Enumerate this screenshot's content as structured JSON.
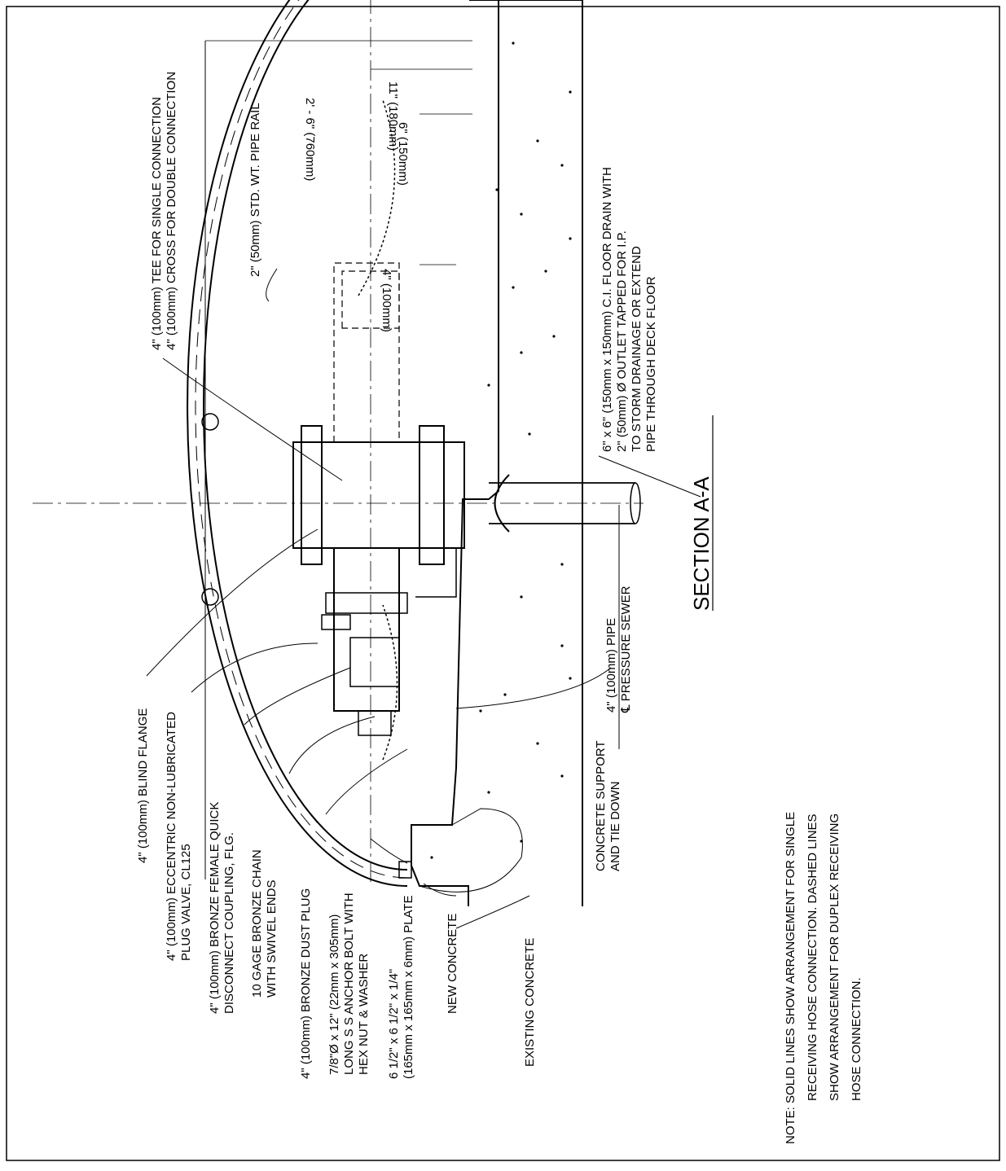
{
  "drawing": {
    "title": "SECTION A-A",
    "labels": {
      "tee_line1": "4\" (100mm) TEE FOR SINGLE CONNECTION",
      "tee_line2": "4\" (100mm) CROSS FOR DOUBLE CONNECTION",
      "pipe_rail": "2\" (50mm) STD. WT. PIPE RAIL",
      "floor_drain_line1": "6\" x 6\" (150mm x 150mm) C.I. FLOOR DRAIN WITH",
      "floor_drain_line2": "2\" (50mm) Ø OUTLET TAPPED FOR I.P.",
      "floor_drain_line3": "TO STORM DRAINAGE OR EXTEND",
      "floor_drain_line4": "PIPE THROUGH DECK FLOOR",
      "pipe_100": "4\" (100mm) PIPE",
      "pressure_sewer": "℄ PRESSURE SEWER",
      "concrete_support_line1": "CONCRETE SUPPORT",
      "concrete_support_line2": "AND TIE DOWN",
      "blind_flange": "4\" (100mm) BLIND FLANGE",
      "plug_valve_line1": "4\" (100mm) ECCENTRIC NON-LUBRICATED",
      "plug_valve_line2": "PLUG VALVE, CL125",
      "coupling_line1": "4\" (100mm) BRONZE FEMALE QUICK",
      "coupling_line2": "DISCONNECT COUPLING, FLG.",
      "chain_line1": "10 GAGE BRONZE CHAIN",
      "chain_line2": "WITH SWIVEL ENDS",
      "dust_plug": "4\" (100mm) BRONZE DUST PLUG",
      "anchor_line1": "7/8\"Ø x 12\" (22mm x 305mm)",
      "anchor_line2": "LONG S S ANCHOR BOLT WITH",
      "anchor_line3": "HEX NUT & WASHER",
      "plate_line1": "6 1/2\" x 6 1/2\" x 1/4\"",
      "plate_line2": "(165mm x 165mm x 6mm) PLATE",
      "new_concrete": "NEW CONCRETE",
      "existing_concrete": "EXISTING CONCRETE"
    },
    "dimensions": {
      "overall": "2' - 6\" (760mm)",
      "d11": "11\" (180mm)",
      "d6": "6\" (150mm)",
      "d4": "4\" (100mm)"
    },
    "note": {
      "line1": "NOTE:  SOLID LINES SHOW ARRANGEMENT FOR SINGLE",
      "line2": "RECEIVING HOSE CONNECTION. DASHED LINES",
      "line3": "SHOW ARRANGEMENT FOR DUPLEX RECEIVING",
      "line4": "HOSE CONNECTION."
    }
  }
}
